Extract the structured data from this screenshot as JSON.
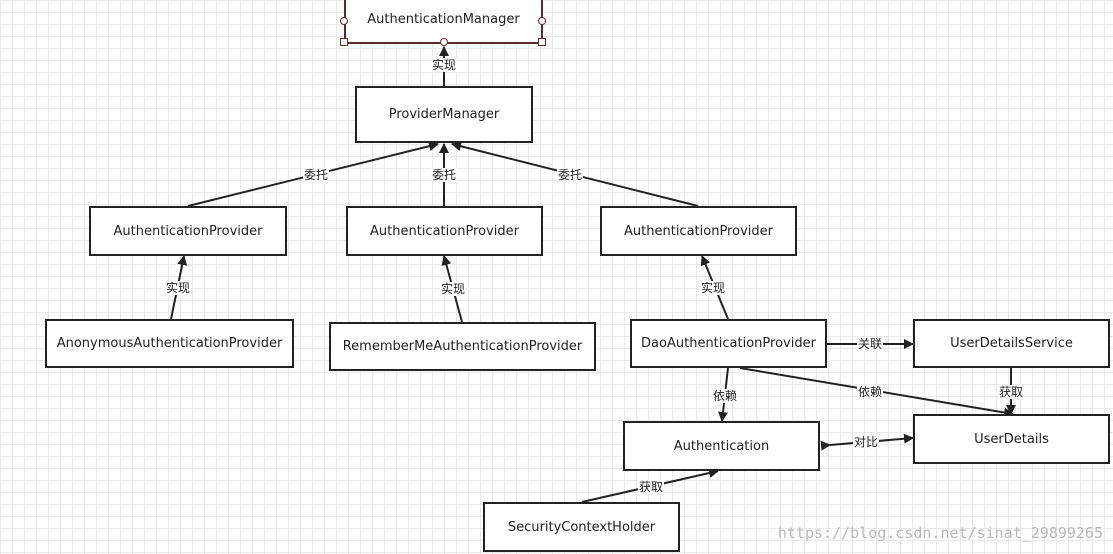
{
  "nodes": {
    "authentication_manager": "AuthenticationManager",
    "provider_manager": "ProviderManager",
    "auth_provider_left": "AuthenticationProvider",
    "auth_provider_mid": "AuthenticationProvider",
    "auth_provider_right": "AuthenticationProvider",
    "anonymous_provider": "AnonymousAuthenticationProvider",
    "rememberme_provider": "RememberMeAuthenticationProvider",
    "dao_provider": "DaoAuthenticationProvider",
    "user_details_service": "UserDetailsService",
    "authentication": "Authentication",
    "user_details": "UserDetails",
    "security_context_holder": "SecurityContextHolder"
  },
  "edges": {
    "pm_implements_am": "实现",
    "delegate_left": "委托",
    "delegate_mid": "委托",
    "delegate_right": "委托",
    "anonymous_implements": "实现",
    "rememberme_implements": "实现",
    "dao_implements": "实现",
    "dao_associates_uds": "关联",
    "dao_depends_auth": "依赖",
    "dao_depends_ud": "依赖",
    "uds_gets_ud": "获取",
    "auth_compares_ud": "对比",
    "sch_gets_auth": "获取"
  },
  "watermark": "https://blog.csdn.net/sinat_29899265"
}
